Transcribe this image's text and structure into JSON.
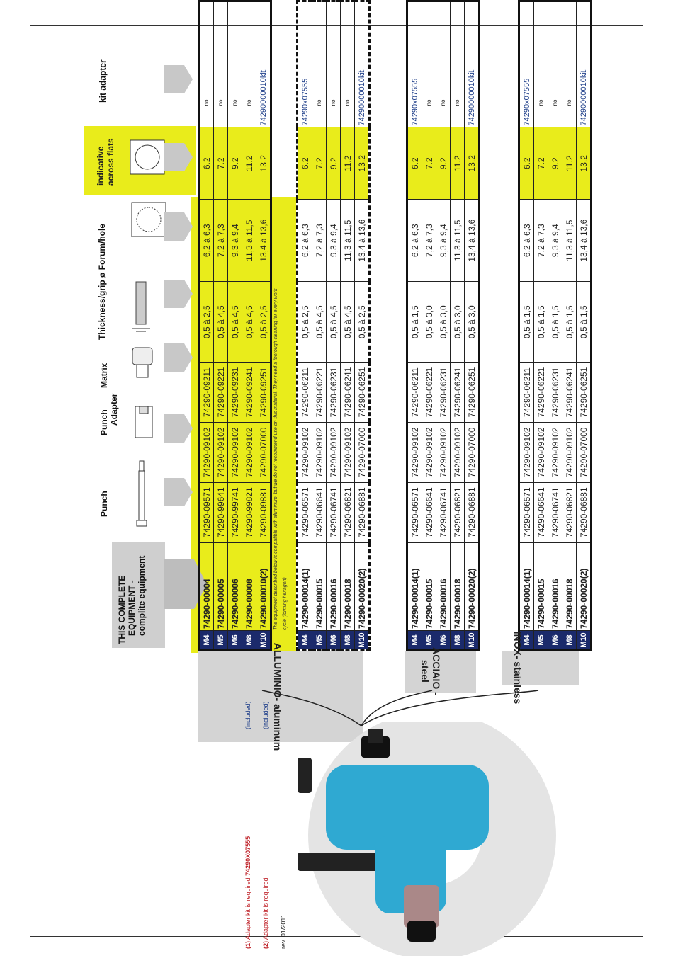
{
  "headers": {
    "equipment_line1": "THIS COMPLETE",
    "equipment_line2": "EQUIPMENT -",
    "equipment_line3": "complite equipment",
    "punch": "Punch",
    "punch_adapter_1": "Punch",
    "punch_adapter_2": "Adapter",
    "matrix": "Matrix",
    "thickness": "Thickness/grip ø Forum/hole",
    "across_flats_1": "indicative",
    "across_flats_2": "across flats",
    "kit_adapter": "kit adapter"
  },
  "materials": {
    "aluminum": "ALLUMINIO- aluminum",
    "steel": "ACCIAIO - steel",
    "inox": "INOX- stainless"
  },
  "aluminum_note": "The equipment described below is compatible with aluminum, but we do not recommend use on this material. They need a thorough cleaning for every work cycle (forming hexagon)",
  "table1": [
    [
      "M4",
      "74290-00004",
      "74290-09571",
      "74290-09102",
      "74290-09211",
      "0,5 à 2,5",
      "6,2 à 6,3",
      "6.2",
      "no"
    ],
    [
      "M5",
      "74290-00005",
      "74290-99641",
      "74290-09102",
      "74290-09221",
      "0,5 à 4,5",
      "7,2 à 7,3",
      "7.2",
      "no"
    ],
    [
      "M6",
      "74290-00006",
      "74290-99741",
      "74290-09102",
      "74290-09231",
      "0,5 à 4,5",
      "9,3 à 9,4",
      "9.2",
      "no"
    ],
    [
      "M8",
      "74290-00008",
      "74290-99821",
      "74290-09102",
      "74290-09241",
      "0,5 à 4,5",
      "11,3 à 11,5",
      "11.2",
      "no"
    ],
    [
      "M10",
      "74290-00010(2)",
      "74290-09881",
      "74290-07000",
      "74290-09251",
      "0,5 à 2,5",
      "13,4 à 13,6",
      "13.2",
      "74290000010kit."
    ]
  ],
  "table2": [
    [
      "M4",
      "74290-00014(1)",
      "74290-06571",
      "74290-09102",
      "74290-06211",
      "0,5 à 2,5",
      "6,2 à 6,3",
      "6.2",
      "74290x07555"
    ],
    [
      "M5",
      "74290-00015",
      "74290-06641",
      "74290-09102",
      "74290-06221",
      "0,5 à 4,5",
      "7,2 à 7,3",
      "7.2",
      "no"
    ],
    [
      "M6",
      "74290-00016",
      "74290-06741",
      "74290-09102",
      "74290-06231",
      "0,5 à 4,5",
      "9,3 à 9,4",
      "9.2",
      "no"
    ],
    [
      "M8",
      "74290-00018",
      "74290-06821",
      "74290-09102",
      "74290-06241",
      "0,5 à 4,5",
      "11,3 à 11,5",
      "11.2",
      "no"
    ],
    [
      "M10",
      "74290-00020(2)",
      "74290-06881",
      "74290-07000",
      "74290-06251",
      "0,5 à 2,5",
      "13,4 à 13,6",
      "13.2",
      "74290000010kit."
    ]
  ],
  "table3": [
    [
      "M4",
      "74290-00014(1)",
      "74290-06571",
      "74290-09102",
      "74290-06211",
      "0,5 à 1,5",
      "6,2 à 6,3",
      "6.2",
      "74290x07555"
    ],
    [
      "M5",
      "74290-00015",
      "74290-06641",
      "74290-09102",
      "74290-06221",
      "0,5 à 3,0",
      "7,2 à 7,3",
      "7.2",
      "no"
    ],
    [
      "M6",
      "74290-00016",
      "74290-06741",
      "74290-09102",
      "74290-06231",
      "0,5 à 3,0",
      "9,3 à 9,4",
      "9.2",
      "no"
    ],
    [
      "M8",
      "74290-00018",
      "74290-06821",
      "74290-09102",
      "74290-06241",
      "0,5 à 3,0",
      "11,3 à 11,5",
      "11.2",
      "no"
    ],
    [
      "M10",
      "74290-00020(2)",
      "74290-06881",
      "74290-07000",
      "74290-06251",
      "0,5 à 3,0",
      "13,4 à 13,6",
      "13.2",
      "74290000010kit."
    ]
  ],
  "table4": [
    [
      "M4",
      "74290-00014(1)",
      "74290-06571",
      "74290-09102",
      "74290-06211",
      "0,5 à 1,5",
      "6,2 à 6,3",
      "6.2",
      "74290x07555"
    ],
    [
      "M5",
      "74290-00015",
      "74290-06641",
      "74290-09102",
      "74290-06221",
      "0,5 à 1,5",
      "7,2 à 7,3",
      "7.2",
      "no"
    ],
    [
      "M6",
      "74290-00016",
      "74290-06741",
      "74290-09102",
      "74290-06231",
      "0,5 à 1,5",
      "9,3 à 9,4",
      "9.2",
      "no"
    ],
    [
      "M8",
      "74290-00018",
      "74290-06821",
      "74290-09102",
      "74290-06241",
      "0,5 à 1,5",
      "11,3 à 11,5",
      "11.2",
      "no"
    ],
    [
      "M10",
      "74290-00020(2)",
      "74290-06881",
      "74290-07000",
      "74290-06251",
      "0,5 à 1,5",
      "13,4 à 13,6",
      "13.2",
      "74290000010kit."
    ]
  ],
  "footnotes": {
    "n1_mark": "(1)",
    "n1_text": "Adapter kit is required",
    "n1_code": "74290X07555",
    "n2_mark": "(2)",
    "n2_text": "Adapter kit is required",
    "included_1": "(included)",
    "included_2": "(included)",
    "rev": "rev. 01/2011"
  },
  "colors": {
    "size_cell": "#1b2a6b",
    "highlight": "#e9ec1b",
    "kit_code": "#1f3f8a",
    "footnote": "#c0242b",
    "tool_body": "#2fa9d2"
  }
}
